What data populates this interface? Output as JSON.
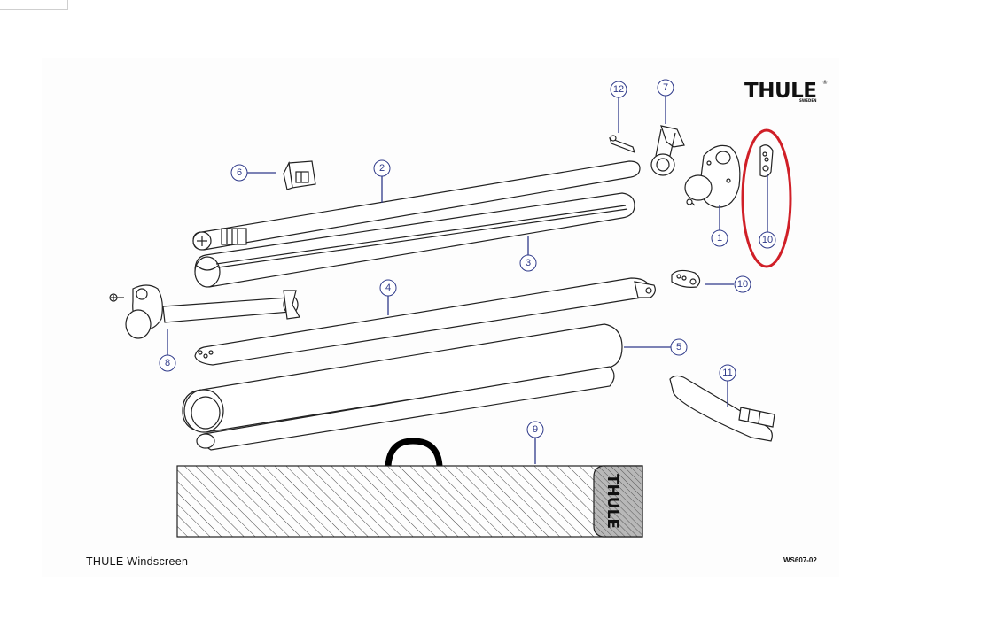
{
  "brand": {
    "logo_text": "THULE",
    "registered_mark": "®",
    "sub_text": "SWEDEN"
  },
  "footer": {
    "title": "THULE Windscreen",
    "code": "WS607-02"
  },
  "case_label": "THULE",
  "callouts": [
    {
      "id": "c1",
      "label": "1"
    },
    {
      "id": "c2",
      "label": "2"
    },
    {
      "id": "c3",
      "label": "3"
    },
    {
      "id": "c4",
      "label": "4"
    },
    {
      "id": "c5",
      "label": "5"
    },
    {
      "id": "c6",
      "label": "6"
    },
    {
      "id": "c7",
      "label": "7"
    },
    {
      "id": "c8",
      "label": "8"
    },
    {
      "id": "c9",
      "label": "9"
    },
    {
      "id": "c10a",
      "label": "10"
    },
    {
      "id": "c10b",
      "label": "10"
    },
    {
      "id": "c11",
      "label": "11"
    },
    {
      "id": "c12",
      "label": "12"
    }
  ],
  "highlight": {
    "color": "#d01f27",
    "target": "10"
  },
  "colors": {
    "callout": "#2f3a8a",
    "line": "#222222"
  }
}
